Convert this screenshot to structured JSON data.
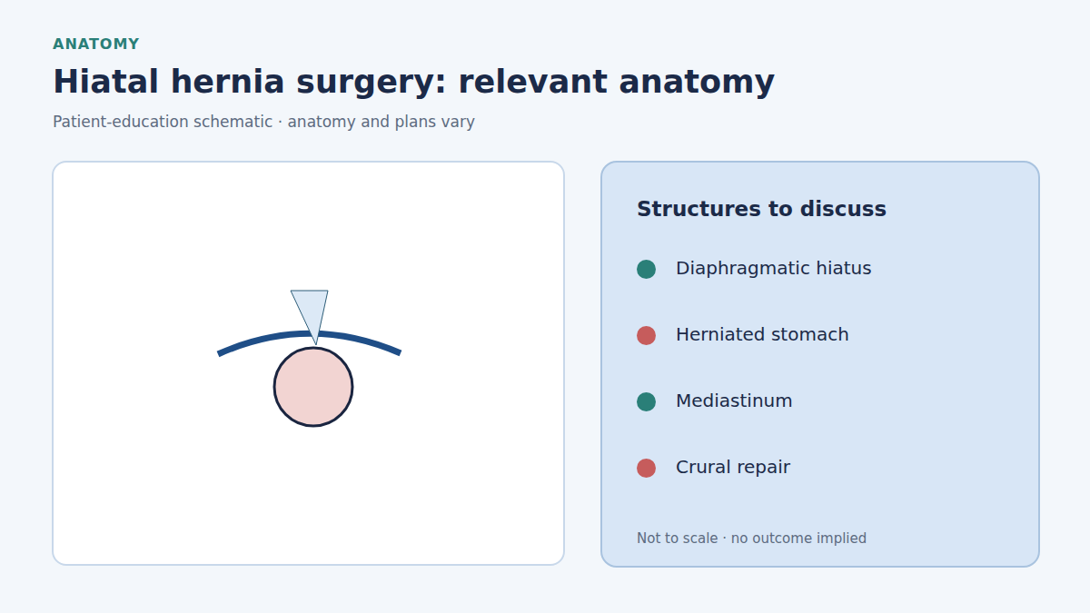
{
  "diagram": {
    "title": "Hiatal hernia surgery: relevant anatomy",
    "nodes": [
      {
        "text": [
          "Structures to discuss",
          "Not to scale · no outcome implied"
        ]
      }
    ],
    "edges": [],
    "labels": [
      "ANATOMY",
      "Patient-education schematic · anatomy and plans vary"
    ],
    "legend": [
      {
        "text": "Diaphragmatic hiatus",
        "color": "#2a7f78"
      },
      {
        "text": "Herniated stomach",
        "color": "#c65c5c"
      },
      {
        "text": "Mediastinum",
        "color": "#2a7f78"
      },
      {
        "text": "Crural repair",
        "color": "#c65c5c"
      }
    ]
  }
}
